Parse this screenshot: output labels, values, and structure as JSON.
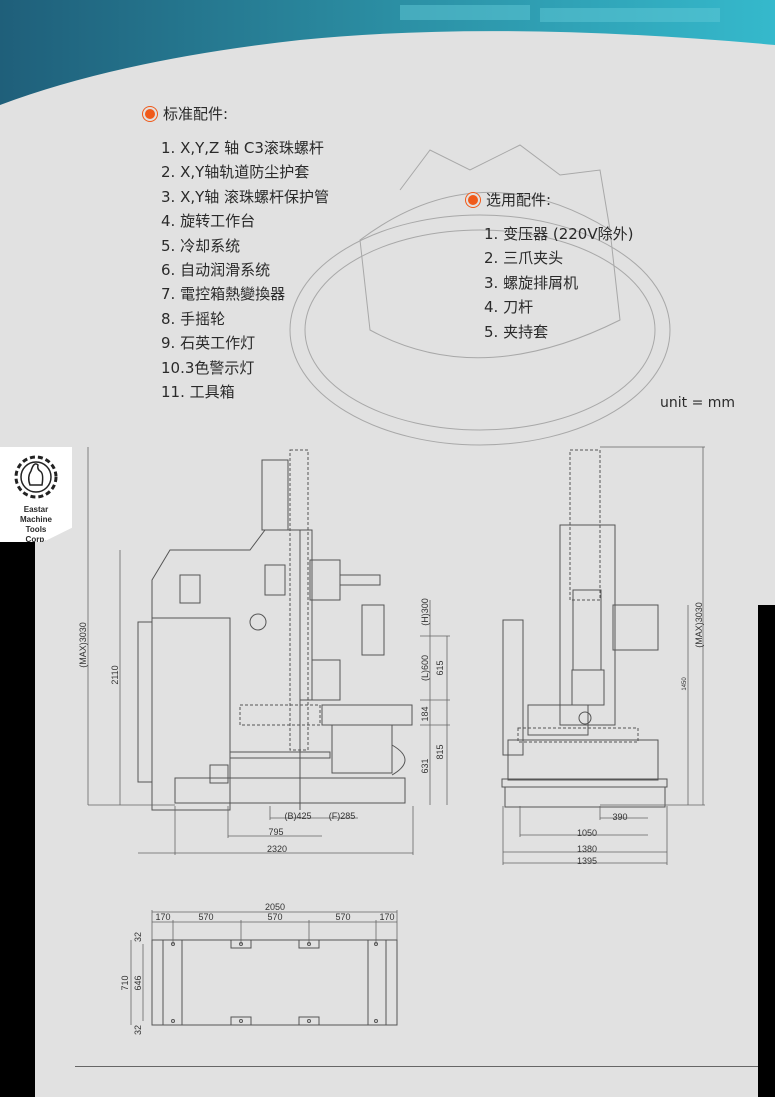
{
  "standard": {
    "title": "标准配件:",
    "items": [
      "1. X,Y,Z 轴 C3滚珠螺杆",
      "2. X,Y轴轨道防尘护套",
      "3. X,Y轴 滚珠螺杆保护管",
      "4. 旋转工作台",
      "5. 冷却系统",
      "6. 自动润滑系统",
      "7. 電控箱熱變換器",
      "8. 手摇轮",
      "9. 石英工作灯",
      "10.3色警示灯",
      "11. 工具箱"
    ]
  },
  "optional": {
    "title": "选用配件:",
    "items": [
      "1. 变压器 (220V除外)",
      "2. 三爪夹头",
      "3. 螺旋排屑机",
      "4. 刀杆",
      "5. 夹持套"
    ]
  },
  "unit": "unit = mm",
  "logo": {
    "lines": [
      "Eastar",
      "Machine",
      "Tools",
      "Corp."
    ]
  },
  "side_view": {
    "max_height": "(MAX)3030",
    "height": "2110",
    "h": "(H)300",
    "l": "(L)600",
    "d615": "615",
    "d184": "184",
    "d815": "815",
    "d631": "631",
    "b": "(B)425",
    "f": "(F)285",
    "d795": "795",
    "width": "2320"
  },
  "front_view": {
    "max_height": "(MAX)3030",
    "height": "1450",
    "d390": "390",
    "d1050": "1050",
    "d1380": "1380",
    "d1395": "1395"
  },
  "foundation": {
    "total": "2050",
    "segments": [
      "170",
      "570",
      "570",
      "570",
      "170"
    ],
    "top": "32",
    "depth": "710",
    "inner": "646",
    "bottom": "32"
  },
  "colors": {
    "accent": "#f05a1a",
    "header": "#2c8fa6"
  }
}
